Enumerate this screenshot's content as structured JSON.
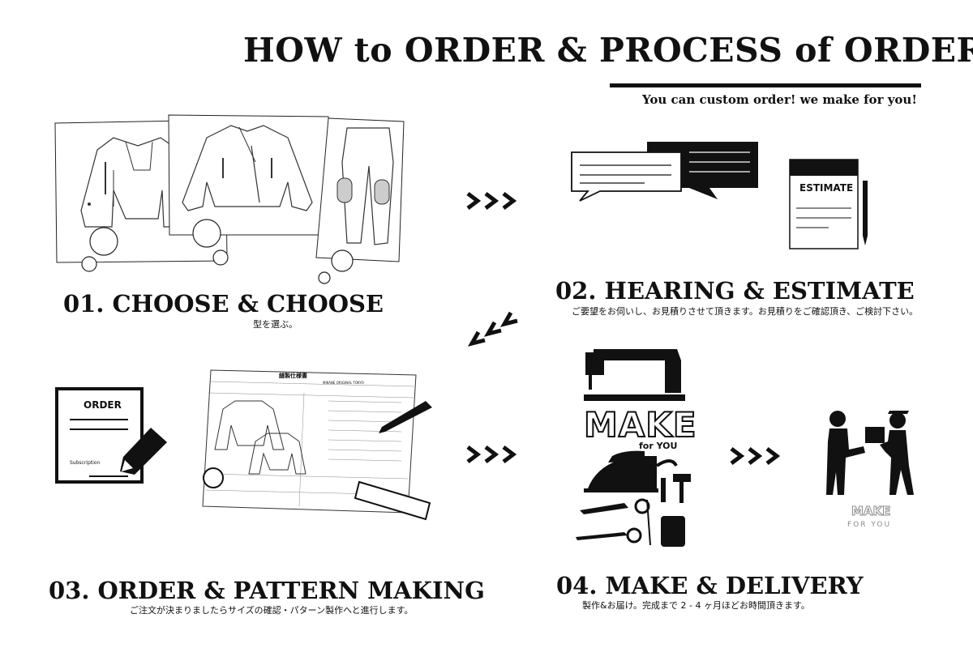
{
  "header": {
    "title": "HOW to ORDER & PROCESS of ORDER",
    "subtitle": "You can custom order! we make for you!"
  },
  "steps": [
    {
      "title": "01. CHOOSE & CHOOSE",
      "sub": "型を選ぶ。"
    },
    {
      "title": "02. HEARING & ESTIMATE",
      "sub": "ご要望をお伺いし、お見積りさせて頂きます。お見積りをご確認頂き、ご検討下さい。"
    },
    {
      "title": "03. ORDER & PATTERN MAKING",
      "sub": "ご注文が決まりましたらサイズの確認・パターン製作へと進行します。"
    },
    {
      "title": "04. MAKE & DELIVERY",
      "sub": "製作&お届け。完成まで 2 - 4 ヶ月ほどお時間頂きます。"
    }
  ],
  "estimate_label": "ESTIMATE",
  "order_form": {
    "heading": "ORDER",
    "signature_label": "Subscription"
  },
  "make_label": {
    "big": "MAKE",
    "small": "for YOU"
  },
  "delivery_label": {
    "big": "MAKE",
    "small": "FOR YOU"
  },
  "spec_sheet": {
    "title": "縫製仕様書",
    "brand": "MIKANE ORIGINAL TOKYO"
  },
  "colors": {
    "ink": "#111111",
    "grey": "#8a8a8a"
  }
}
